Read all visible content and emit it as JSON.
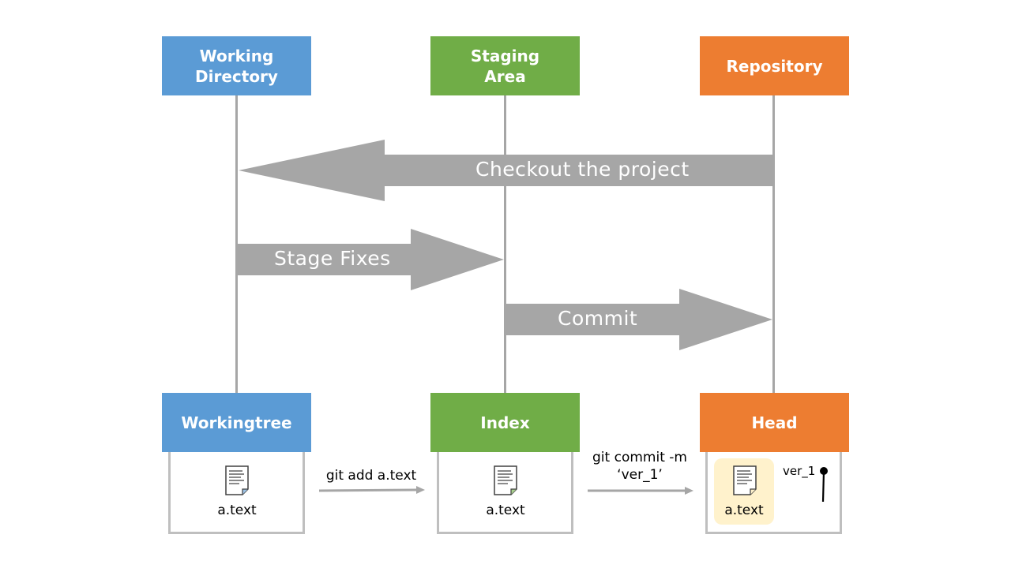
{
  "columns": {
    "working_directory": {
      "label": "Working\nDirectory",
      "color": "#5b9bd5"
    },
    "staging_area": {
      "label": "Staging\nArea",
      "color": "#70ad47"
    },
    "repository": {
      "label": "Repository",
      "color": "#ed7d31"
    }
  },
  "flows": {
    "checkout": "Checkout the project",
    "stage": "Stage Fixes",
    "commit": "Commit"
  },
  "bottom": {
    "workingtree": {
      "label": "Workingtree",
      "file": "a.text"
    },
    "index": {
      "label": "Index",
      "file": "a.text"
    },
    "head": {
      "label": "Head",
      "file": "a.text",
      "version": "ver_1"
    }
  },
  "commands": {
    "add": "git add a.text",
    "commit": "git commit -m\n‘ver_1’"
  },
  "colors": {
    "arrow_fill": "#a6a6a6",
    "lifeline": "#a6a6a6",
    "panel_border": "#bfbfbf",
    "highlight": "#fff2cc"
  },
  "icons": [
    "document-icon",
    "arrow-right-icon",
    "commit-pin-icon"
  ]
}
